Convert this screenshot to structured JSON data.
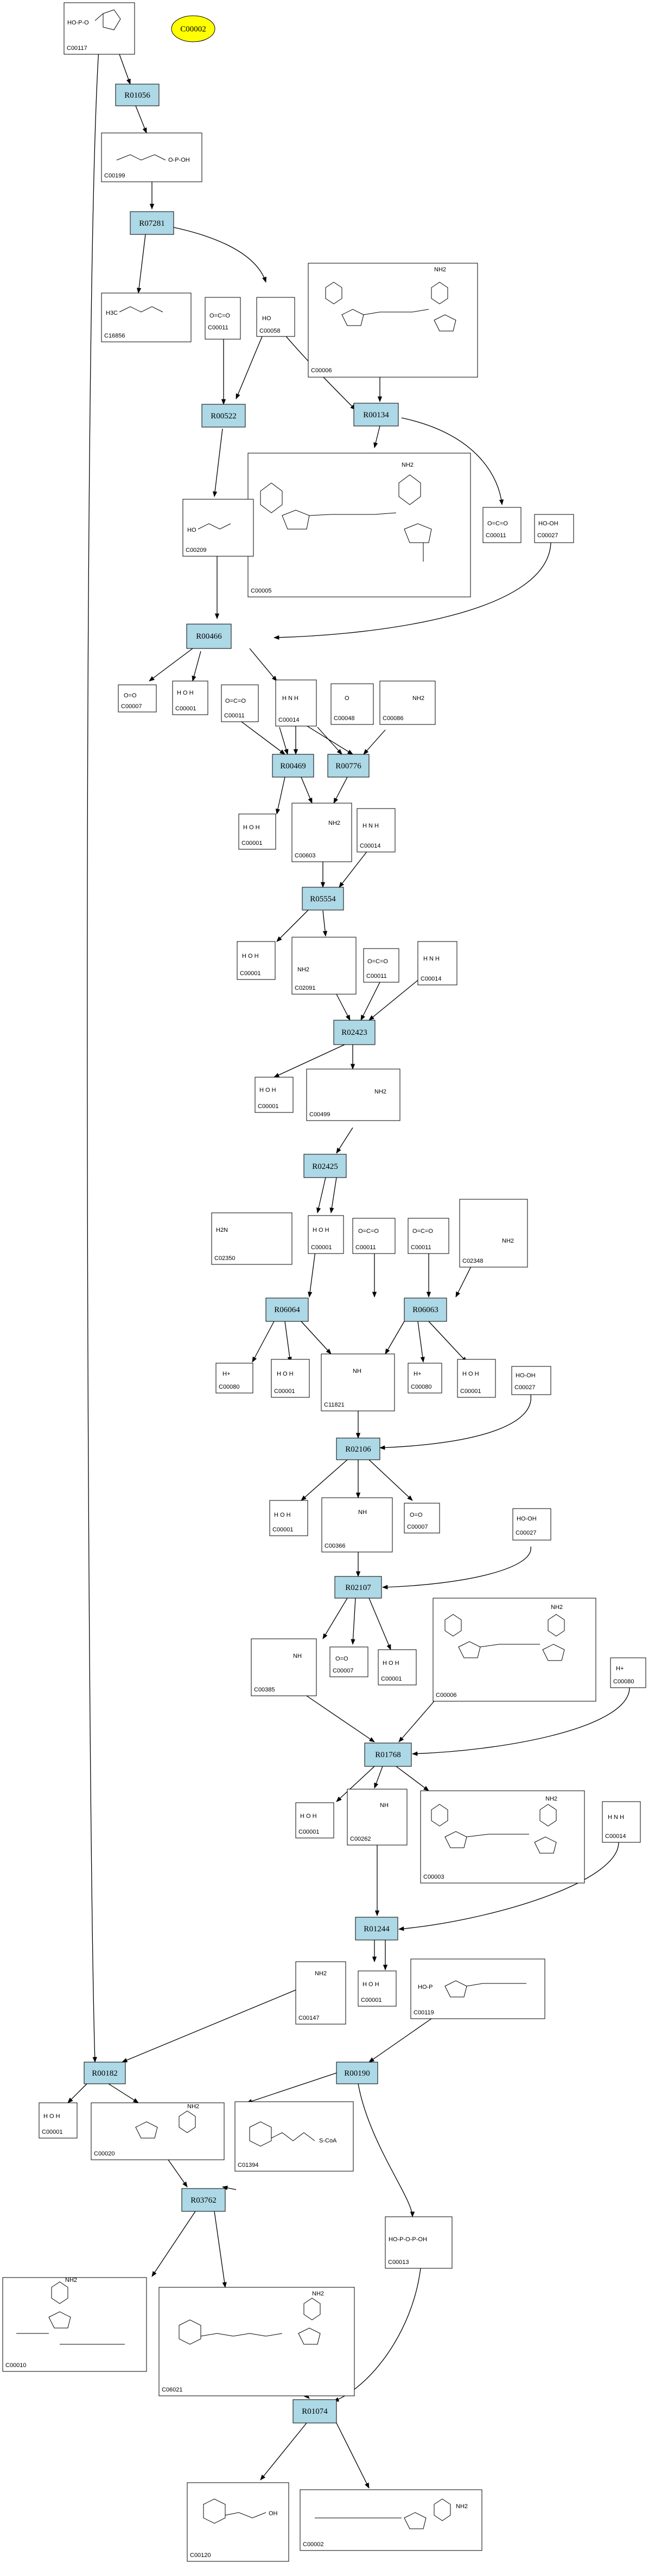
{
  "highlight_compound": "C00002",
  "colors": {
    "reaction_fill": "#add8e6",
    "highlight_fill": "#ffff00",
    "edge": "#000000",
    "compound_border": "#000000"
  },
  "reactions": {
    "R01056": "R01056",
    "R07281": "R07281",
    "R00522": "R00522",
    "R00134": "R00134",
    "R00466": "R00466",
    "R00469": "R00469",
    "R00776": "R00776",
    "R05554": "R05554",
    "R02423": "R02423",
    "R02425": "R02425",
    "R06064": "R06064",
    "R06063": "R06063",
    "R02106": "R02106",
    "R02107": "R02107",
    "R01768": "R01768",
    "R01244": "R01244",
    "R00182": "R00182",
    "R00190": "R00190",
    "R03762": "R03762",
    "R01074": "R01074"
  },
  "compounds": {
    "C00117": {
      "id": "C00117",
      "formula": "HO-P-O"
    },
    "C00199": {
      "id": "C00199",
      "formula": "O-P-OH"
    },
    "C16856": {
      "id": "C16856",
      "formula": "H3C"
    },
    "C00058": {
      "id": "C00058",
      "formula": "HO"
    },
    "C00006": {
      "id": "C00006",
      "formula": "NH2"
    },
    "C00011a": {
      "id": "C00011",
      "formula": "O=C=O"
    },
    "C00005": {
      "id": "C00005",
      "formula": "NH2"
    },
    "C00209": {
      "id": "C00209",
      "formula": "HO"
    },
    "C00011b": {
      "id": "C00011",
      "formula": "O=C=O"
    },
    "C00027a": {
      "id": "C00027",
      "formula": "HO-OH"
    },
    "C00007a": {
      "id": "C00007",
      "formula": "O=O"
    },
    "C00001a": {
      "id": "C00001",
      "formula": "H O H"
    },
    "C00011c": {
      "id": "C00011",
      "formula": "O=C=O"
    },
    "C00014a": {
      "id": "C00014",
      "formula": "H N H"
    },
    "C00048": {
      "id": "C00048",
      "formula": "O"
    },
    "C00086": {
      "id": "C00086",
      "formula": "NH2"
    },
    "C00001b": {
      "id": "C00001",
      "formula": "H O H"
    },
    "C00603": {
      "id": "C00603",
      "formula": "NH2"
    },
    "C00014b": {
      "id": "C00014",
      "formula": "H N H"
    },
    "C00001c": {
      "id": "C00001",
      "formula": "H O H"
    },
    "C02091": {
      "id": "C02091",
      "formula": "NH2"
    },
    "C00011d": {
      "id": "C00011",
      "formula": "O=C=O"
    },
    "C00014c": {
      "id": "C00014",
      "formula": "H N H"
    },
    "C00001d": {
      "id": "C00001",
      "formula": "H O H"
    },
    "C00499": {
      "id": "C00499",
      "formula": "NH2"
    },
    "C02350": {
      "id": "C02350",
      "formula": "H2N"
    },
    "C00001e": {
      "id": "C00001",
      "formula": "H O H"
    },
    "C00011e": {
      "id": "C00011",
      "formula": "O=C=O"
    },
    "C00011f": {
      "id": "C00011",
      "formula": "O=C=O"
    },
    "C02348": {
      "id": "C02348",
      "formula": "NH2"
    },
    "C00080a": {
      "id": "C00080",
      "formula": "H+"
    },
    "C00001f": {
      "id": "C00001",
      "formula": "H O H"
    },
    "C11821": {
      "id": "C11821",
      "formula": "NH"
    },
    "C00080b": {
      "id": "C00080",
      "formula": "H+"
    },
    "C00001g": {
      "id": "C00001",
      "formula": "H O H"
    },
    "C00027b": {
      "id": "C00027",
      "formula": "HO-OH"
    },
    "C00001h": {
      "id": "C00001",
      "formula": "H O H"
    },
    "C00366": {
      "id": "C00366",
      "formula": "NH"
    },
    "C00007b": {
      "id": "C00007",
      "formula": "O=O"
    },
    "C00027c": {
      "id": "C00027",
      "formula": "HO-OH"
    },
    "C00385": {
      "id": "C00385",
      "formula": "NH"
    },
    "C00007c": {
      "id": "C00007",
      "formula": "O=O"
    },
    "C00001i": {
      "id": "C00001",
      "formula": "H O H"
    },
    "C00006b": {
      "id": "C00006",
      "formula": "NH2"
    },
    "C00080c": {
      "id": "C00080",
      "formula": "H+"
    },
    "C00001j": {
      "id": "C00001",
      "formula": "H O H"
    },
    "C00262": {
      "id": "C00262",
      "formula": "NH"
    },
    "C00003": {
      "id": "C00003",
      "formula": "NH2"
    },
    "C00014d": {
      "id": "C00014",
      "formula": "H N H"
    },
    "C00147": {
      "id": "C00147",
      "formula": "NH2"
    },
    "C00001k": {
      "id": "C00001",
      "formula": "H O H"
    },
    "C00119": {
      "id": "C00119",
      "formula": "HO-P"
    },
    "C00001l": {
      "id": "C00001",
      "formula": "H O H"
    },
    "C00020": {
      "id": "C00020",
      "formula": "NH2"
    },
    "C01394": {
      "id": "C01394",
      "formula": "S-CoA"
    },
    "C00013": {
      "id": "C00013",
      "formula": "HO-P-O-P-OH"
    },
    "C00010": {
      "id": "C00010",
      "formula": "NH2"
    },
    "C06021": {
      "id": "C06021",
      "formula": "NH2"
    },
    "C00120": {
      "id": "C00120",
      "formula": "OH"
    },
    "C00002": {
      "id": "C00002",
      "formula": "NH2"
    }
  }
}
